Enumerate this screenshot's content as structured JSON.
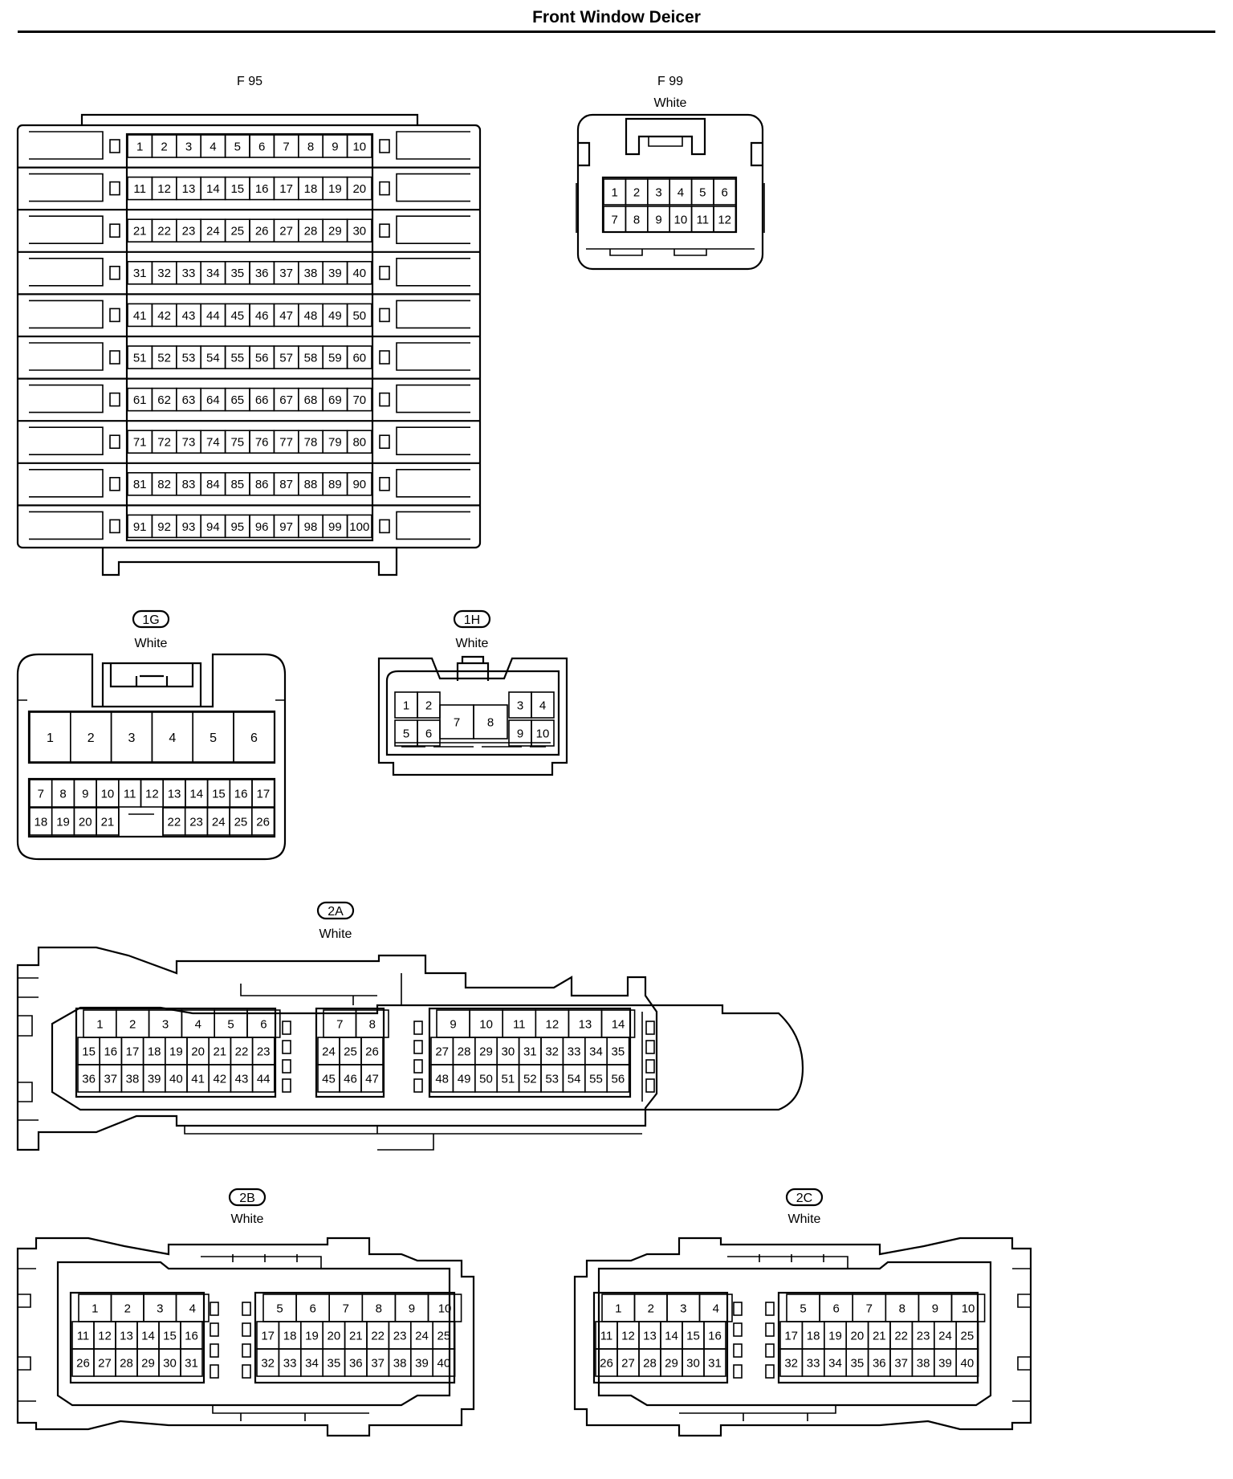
{
  "title": "Front Window Deicer",
  "connectors": {
    "F95": {
      "name": "F 95",
      "color": "",
      "pins": 100
    },
    "F99": {
      "name": "F 99",
      "color": "White",
      "pins": 12
    },
    "1G": {
      "name": "1G",
      "color": "White",
      "pins": 26
    },
    "1H": {
      "name": "1H",
      "color": "White",
      "pins": 10
    },
    "2A": {
      "name": "2A",
      "color": "White",
      "pins": 56
    },
    "2B": {
      "name": "2B",
      "color": "White",
      "pins": 40
    },
    "2C": {
      "name": "2C",
      "color": "White",
      "pins": 40
    }
  }
}
